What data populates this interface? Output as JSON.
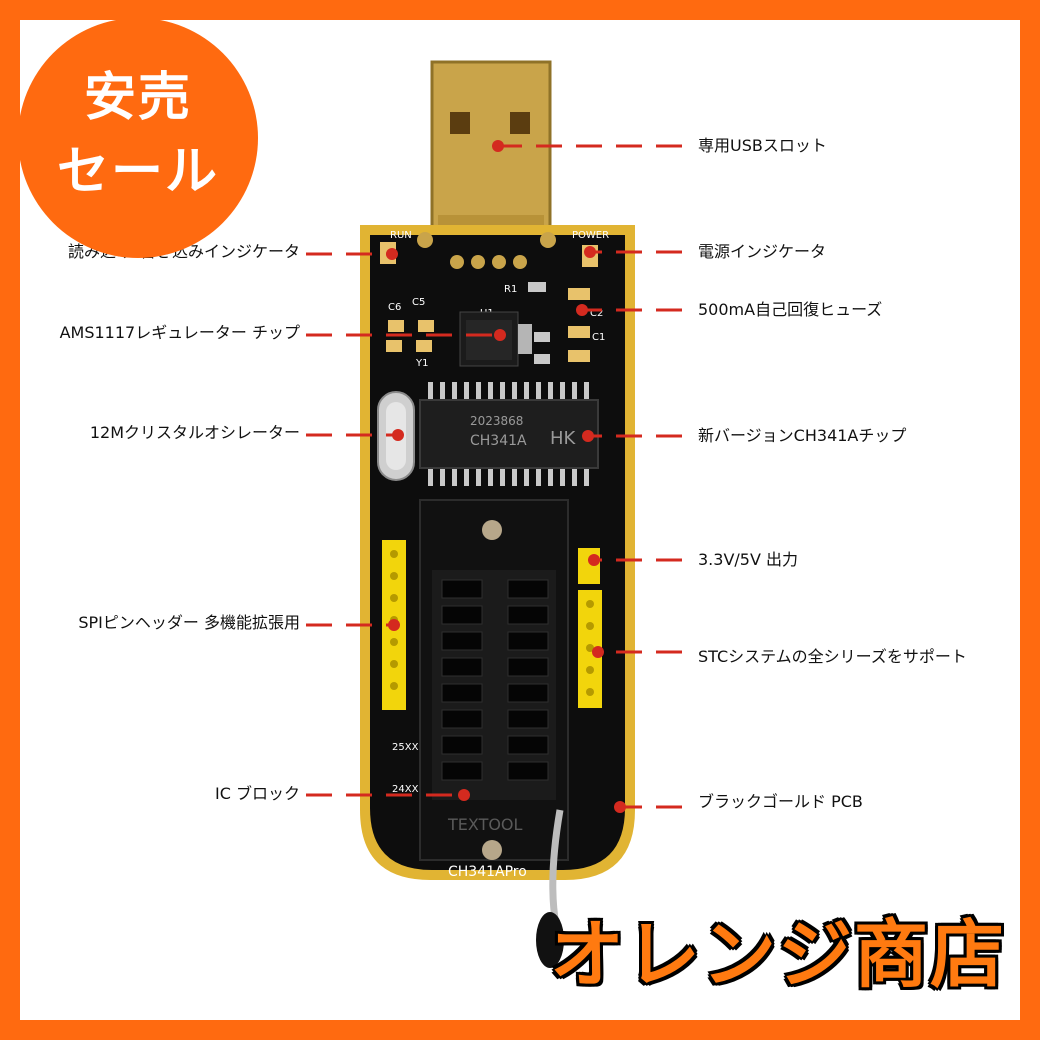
{
  "colors": {
    "frame": "#ff6a10",
    "badge": "#ff6a10",
    "shop_name": "#ff7a10",
    "leader_line": "#d42a1f",
    "board_gold": "#e1b433",
    "board_black": "#0d0d0d",
    "pin_header": "#f2d50c"
  },
  "badge": {
    "line1": "安売",
    "line2": "セール"
  },
  "shop": {
    "name": "オレンジ商店"
  },
  "callouts": {
    "left": [
      "読み込み･書き込みインジケータ",
      "AMS1117レギュレーター チップ",
      "12Mクリスタルオシレーター",
      "SPIピンヘッダー 多機能拡張用",
      "IC ブロック"
    ],
    "right": [
      "専用USBスロット",
      "電源インジケータ",
      "500mA自己回復ヒューズ",
      "新バージョンCH341Aチップ",
      "3.3V/5V 出力",
      "STCシステムの全シリーズをサポート",
      "ブラックゴールド PCB"
    ]
  },
  "board_text": {
    "run": "RUN",
    "power": "POWER",
    "c6": "C6",
    "c5": "C5",
    "c2": "C2",
    "c1": "C1",
    "r1": "R1",
    "u1": "U1",
    "y1": "Y1",
    "chip_model": "CH341A",
    "chip_code": "2023868",
    "chip_logo": "HK",
    "series_25": "25XX",
    "series_24": "24XX",
    "socket_brand": "TEXTOOL",
    "model": "CH341APro"
  }
}
